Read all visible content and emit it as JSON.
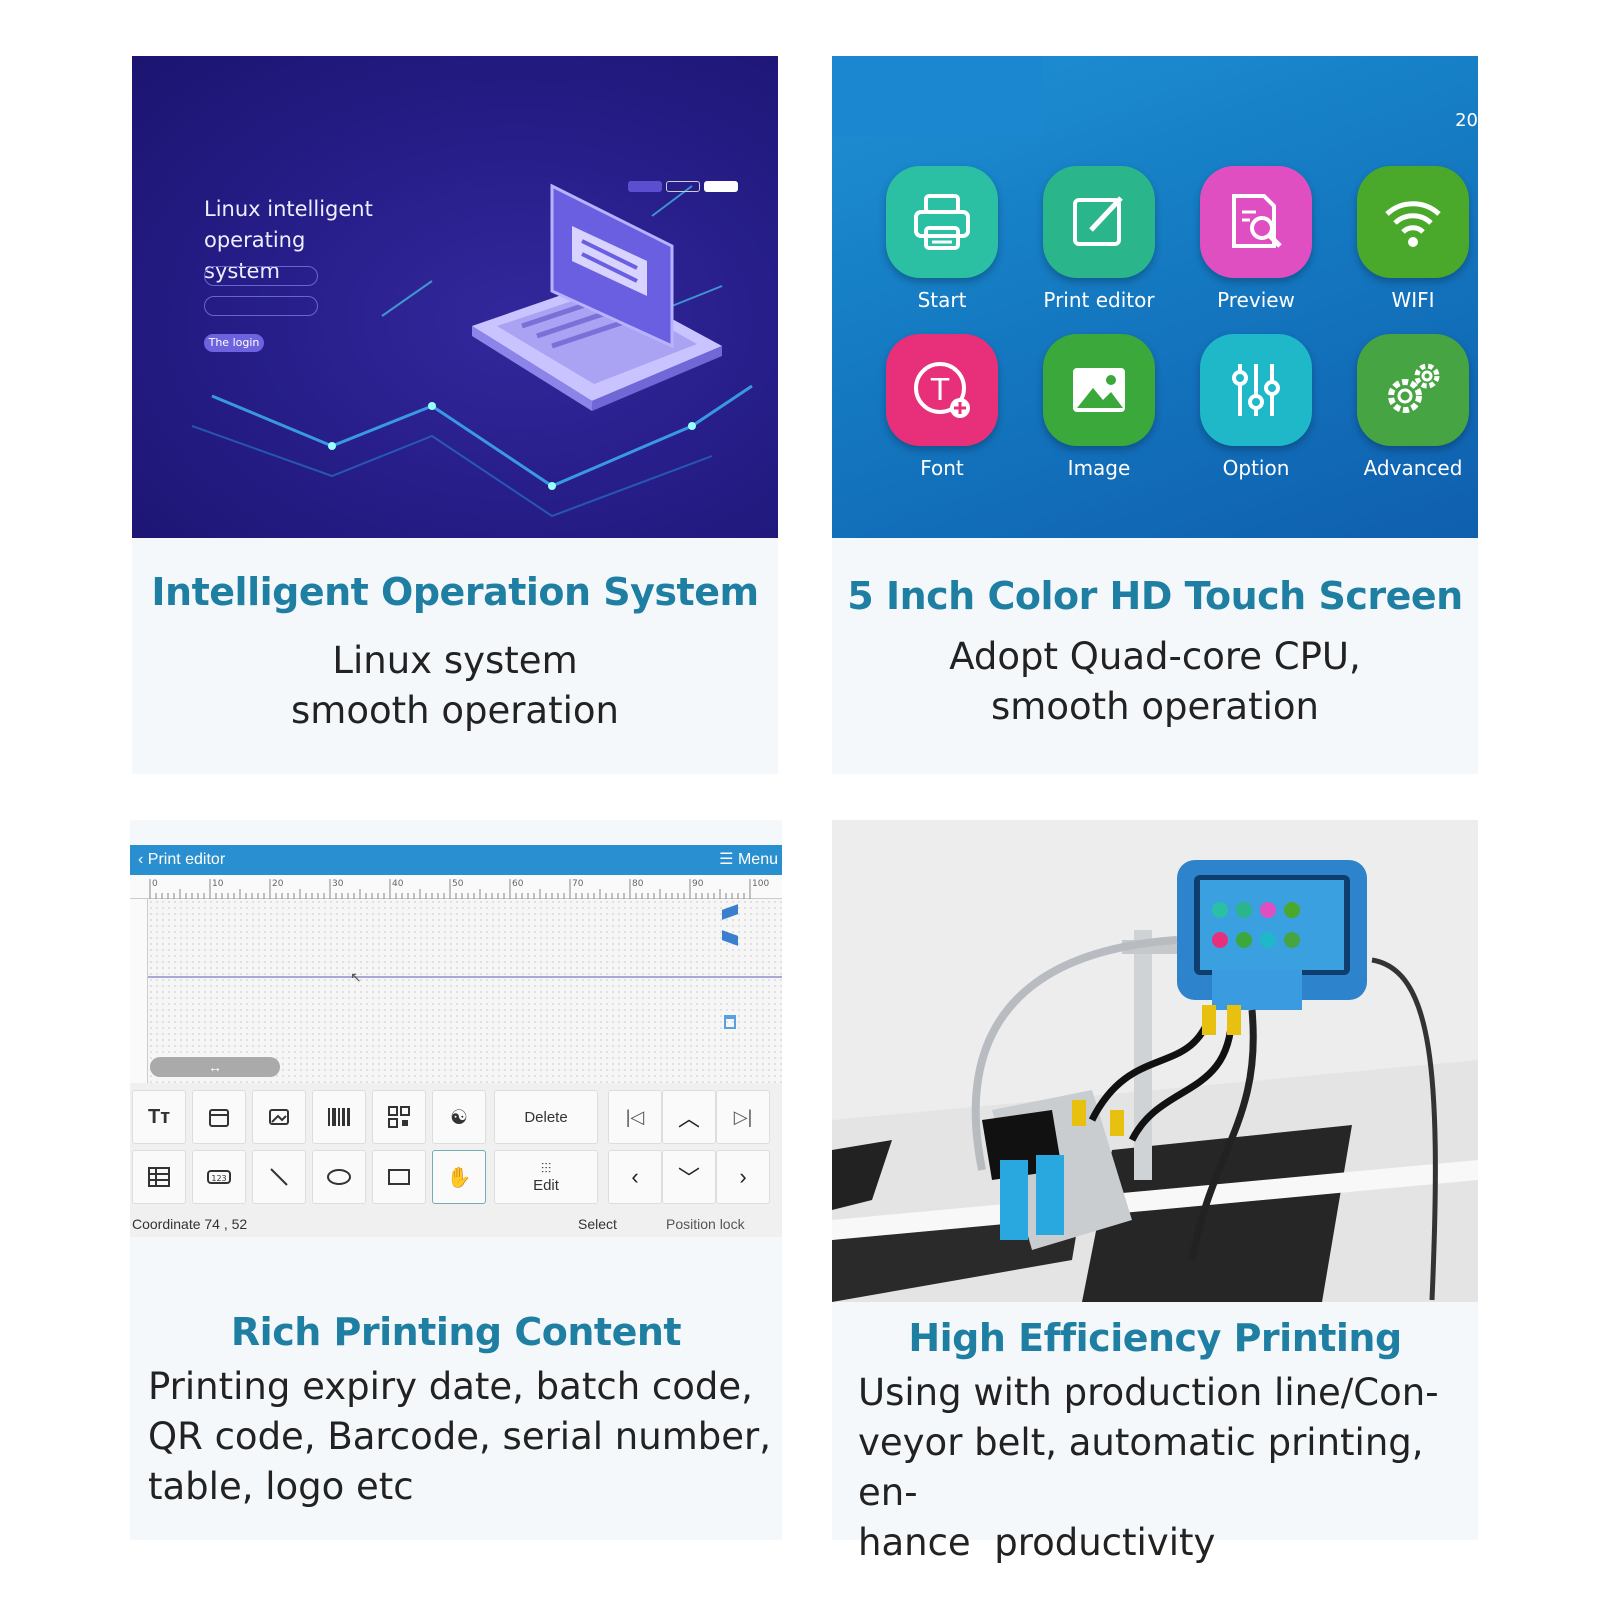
{
  "panel1": {
    "screen_title": "Linux intelligent operating system",
    "login_button": "The login",
    "caption_title": "Intelligent Operation System",
    "caption_line1": "Linux system",
    "caption_line2": "smooth operation"
  },
  "panel2": {
    "clock": "20",
    "apps": [
      {
        "label": "Start",
        "icon": "printer-icon",
        "color": "#2bbfa3"
      },
      {
        "label": "Print editor",
        "icon": "edit-icon",
        "color": "#2bb58a"
      },
      {
        "label": "Preview",
        "icon": "preview-icon",
        "color": "#e04fc2"
      },
      {
        "label": "WIFI",
        "icon": "wifi-icon",
        "color": "#4aa82a"
      },
      {
        "label": "Font",
        "icon": "font-icon",
        "color": "#e8307a"
      },
      {
        "label": "Image",
        "icon": "image-icon",
        "color": "#3aa83a"
      },
      {
        "label": "Option",
        "icon": "sliders-icon",
        "color": "#1fb8c8"
      },
      {
        "label": "Advanced",
        "icon": "gears-icon",
        "color": "#47a442"
      }
    ],
    "caption_title": "5 Inch Color HD Touch Screen",
    "caption_line1": "Adopt Quad-core CPU,",
    "caption_line2": "smooth operation"
  },
  "panel3": {
    "header_title": "Print editor",
    "header_menu": "Menu",
    "ruler_labels": [
      "0",
      "10",
      "20",
      "30",
      "40",
      "50",
      "60",
      "70",
      "80",
      "90",
      "100"
    ],
    "delete_label": "Delete",
    "edit_label": "Edit",
    "coordinate_label": "Coordinate",
    "coordinate_value": "74 , 52",
    "select_label": "Select",
    "position_lock_label": "Position lock",
    "caption_title": "Rich Printing Content",
    "caption_line1": "Printing expiry date, batch code,",
    "caption_line2": "QR code, Barcode, serial number,",
    "caption_line3": "table, logo etc"
  },
  "panel4": {
    "caption_title": "High Efficiency Printing",
    "caption_line1": "Using with production line/Con-",
    "caption_line2": "veyor belt, automatic printing, en-",
    "caption_line3": "hance  productivity"
  },
  "colors": {
    "caption_title": "#1f7fa3",
    "caption_bg": "#f5f8fb",
    "editor_header": "#2a8fd0"
  }
}
